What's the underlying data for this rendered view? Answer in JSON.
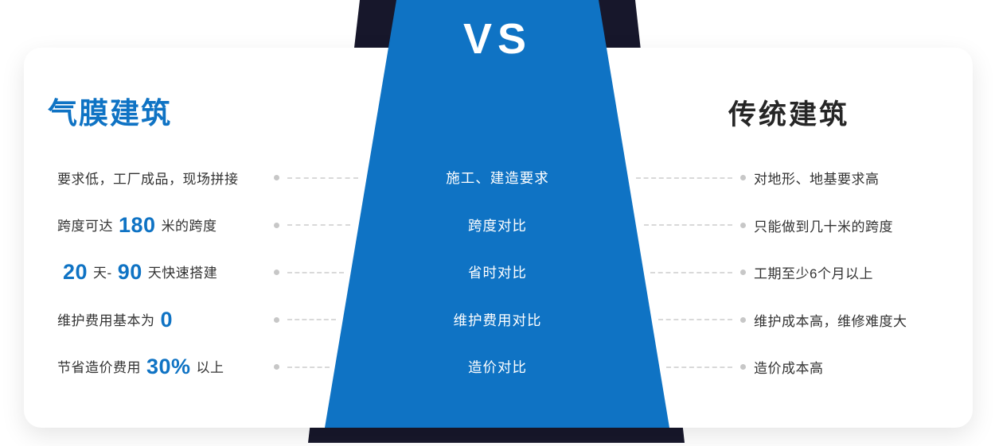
{
  "colors": {
    "blue": "#0f73c4",
    "dark_ribbon": "#17172b",
    "text": "#333333",
    "dashed_line": "#d9d9d9",
    "dot": "#c7c7c7"
  },
  "vs_label": "VS",
  "left_panel": {
    "title": "气膜建筑",
    "rows": [
      {
        "segments": [
          {
            "text": "要求低，工厂成品，现场拼接"
          }
        ]
      },
      {
        "segments": [
          {
            "text": "跨度可达"
          },
          {
            "text": "180",
            "big": true
          },
          {
            "text": "米的跨度"
          }
        ]
      },
      {
        "segments": [
          {
            "text": "20",
            "big": true
          },
          {
            "text": "天-"
          },
          {
            "text": "90",
            "big": true
          },
          {
            "text": "天快速搭建"
          }
        ]
      },
      {
        "segments": [
          {
            "text": "维护费用基本为"
          },
          {
            "text": "0",
            "big": true
          }
        ]
      },
      {
        "segments": [
          {
            "text": "节省造价费用"
          },
          {
            "text": "30%",
            "big": true
          },
          {
            "text": "以上"
          }
        ]
      }
    ]
  },
  "center_panel": {
    "rows": [
      {
        "label": "施工、建造要求"
      },
      {
        "label": "跨度对比"
      },
      {
        "label": "省时对比"
      },
      {
        "label": "维护费用对比"
      },
      {
        "label": "造价对比"
      }
    ]
  },
  "right_panel": {
    "title": "传统建筑",
    "rows": [
      {
        "label": "对地形、地基要求高"
      },
      {
        "label": "只能做到几十米的跨度"
      },
      {
        "label": "工期至少6个月以上"
      },
      {
        "label": "维护成本高，维修难度大"
      },
      {
        "label": "造价成本高"
      }
    ]
  }
}
